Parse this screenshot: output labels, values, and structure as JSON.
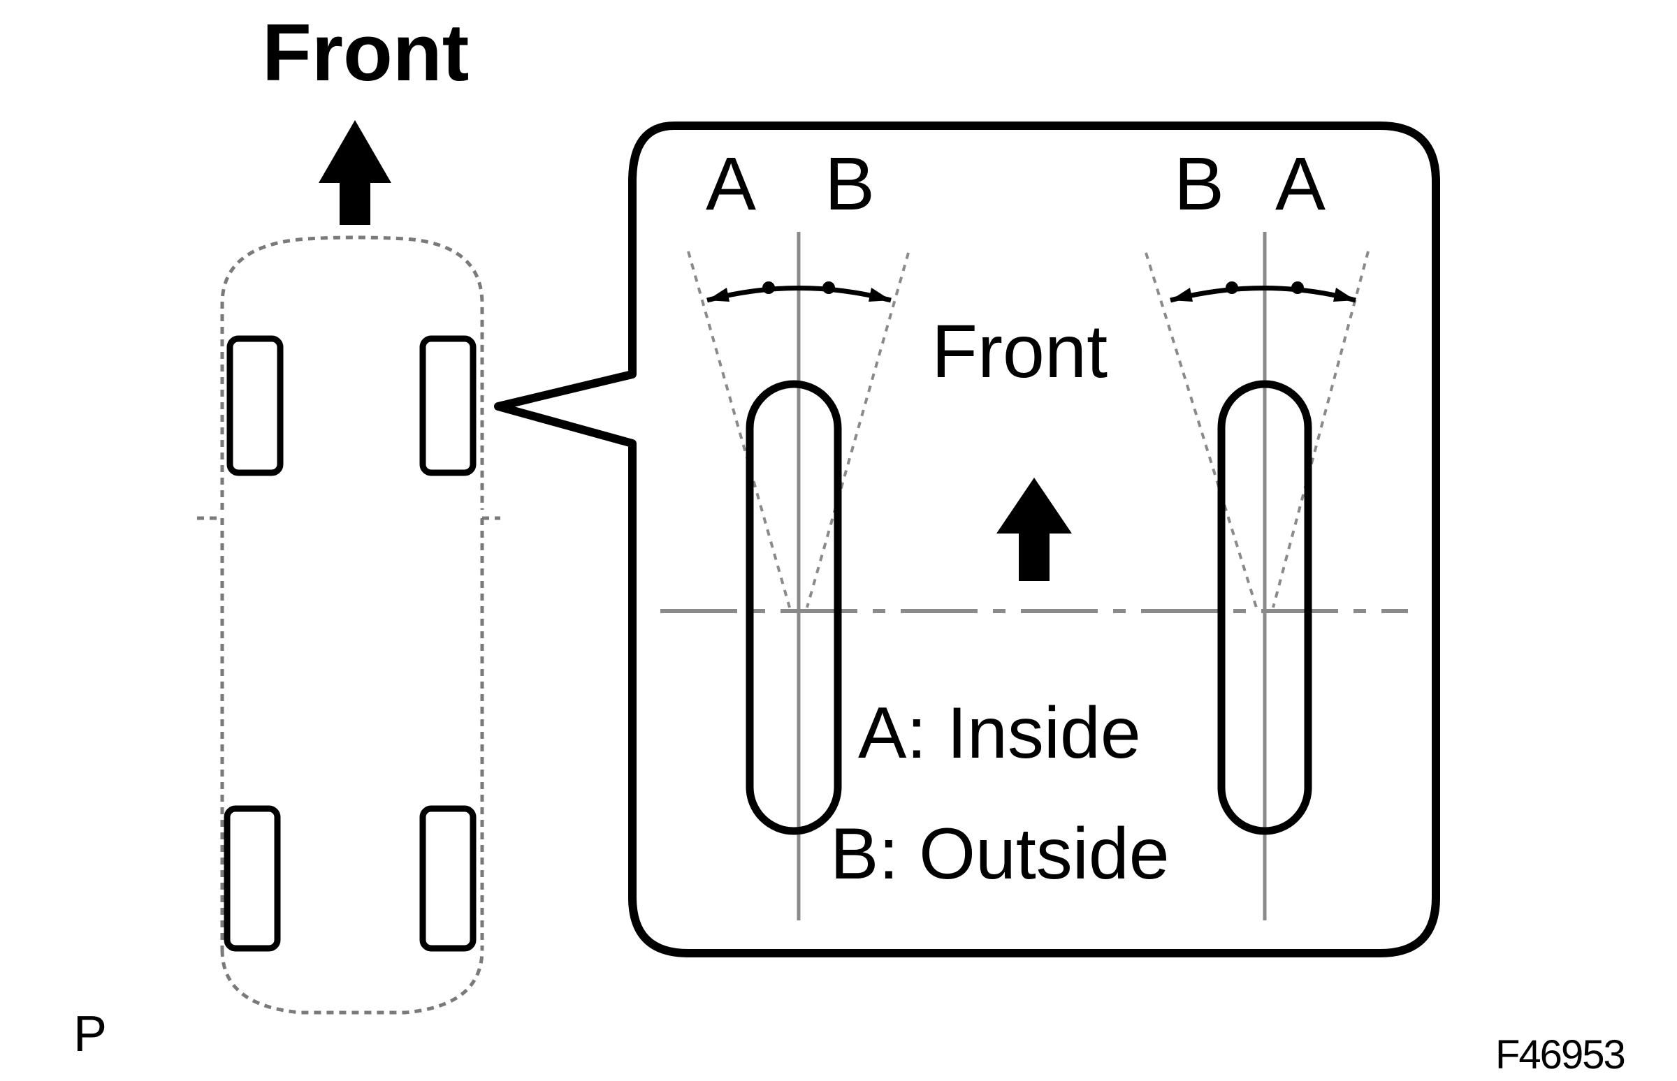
{
  "labels": {
    "front_top": "Front",
    "front_inset": "Front",
    "left_wheel_a": "A",
    "left_wheel_b": "B",
    "right_wheel_b": "B",
    "right_wheel_a": "A",
    "key_a": "A: Inside",
    "key_b": "B: Outside",
    "corner_mark": "P",
    "figure_code": "F46953"
  },
  "colors": {
    "line": "#000000",
    "dashed_line": "#8a8a8a",
    "background": "#ffffff"
  },
  "icons": {
    "front_arrow": "arrow-up-icon",
    "inset_arrow": "arrow-up-icon"
  }
}
